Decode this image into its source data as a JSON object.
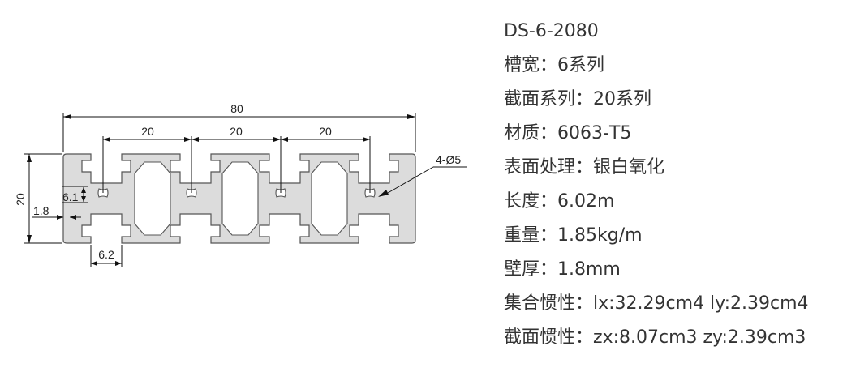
{
  "specs": {
    "model": "DS-6-2080",
    "rows": [
      {
        "label": "槽宽：",
        "value": "6系列"
      },
      {
        "label": "截面系列：",
        "value": "20系列"
      },
      {
        "label": "材质：",
        "value": "6063-T5"
      },
      {
        "label": "表面处理：",
        "value": "银白氧化"
      },
      {
        "label": "长度：",
        "value": "6.02m"
      },
      {
        "label": "重量：",
        "value": "1.85kg/m"
      },
      {
        "label": "壁厚：",
        "value": "1.8mm"
      },
      {
        "label": "集合惯性：",
        "value": "lx:32.29cm4 ly:2.39cm4"
      },
      {
        "label": "截面惯性：",
        "value": "zx:8.07cm3 zy:2.39cm3"
      }
    ]
  },
  "drawing": {
    "overall_width": "80",
    "pitch_labels": [
      "20",
      "20",
      "20"
    ],
    "height": "20",
    "hole_label": "4-Ø5",
    "slot_opening": "6.1",
    "wall_thickness": "1.8",
    "slot_width": "6.2"
  }
}
